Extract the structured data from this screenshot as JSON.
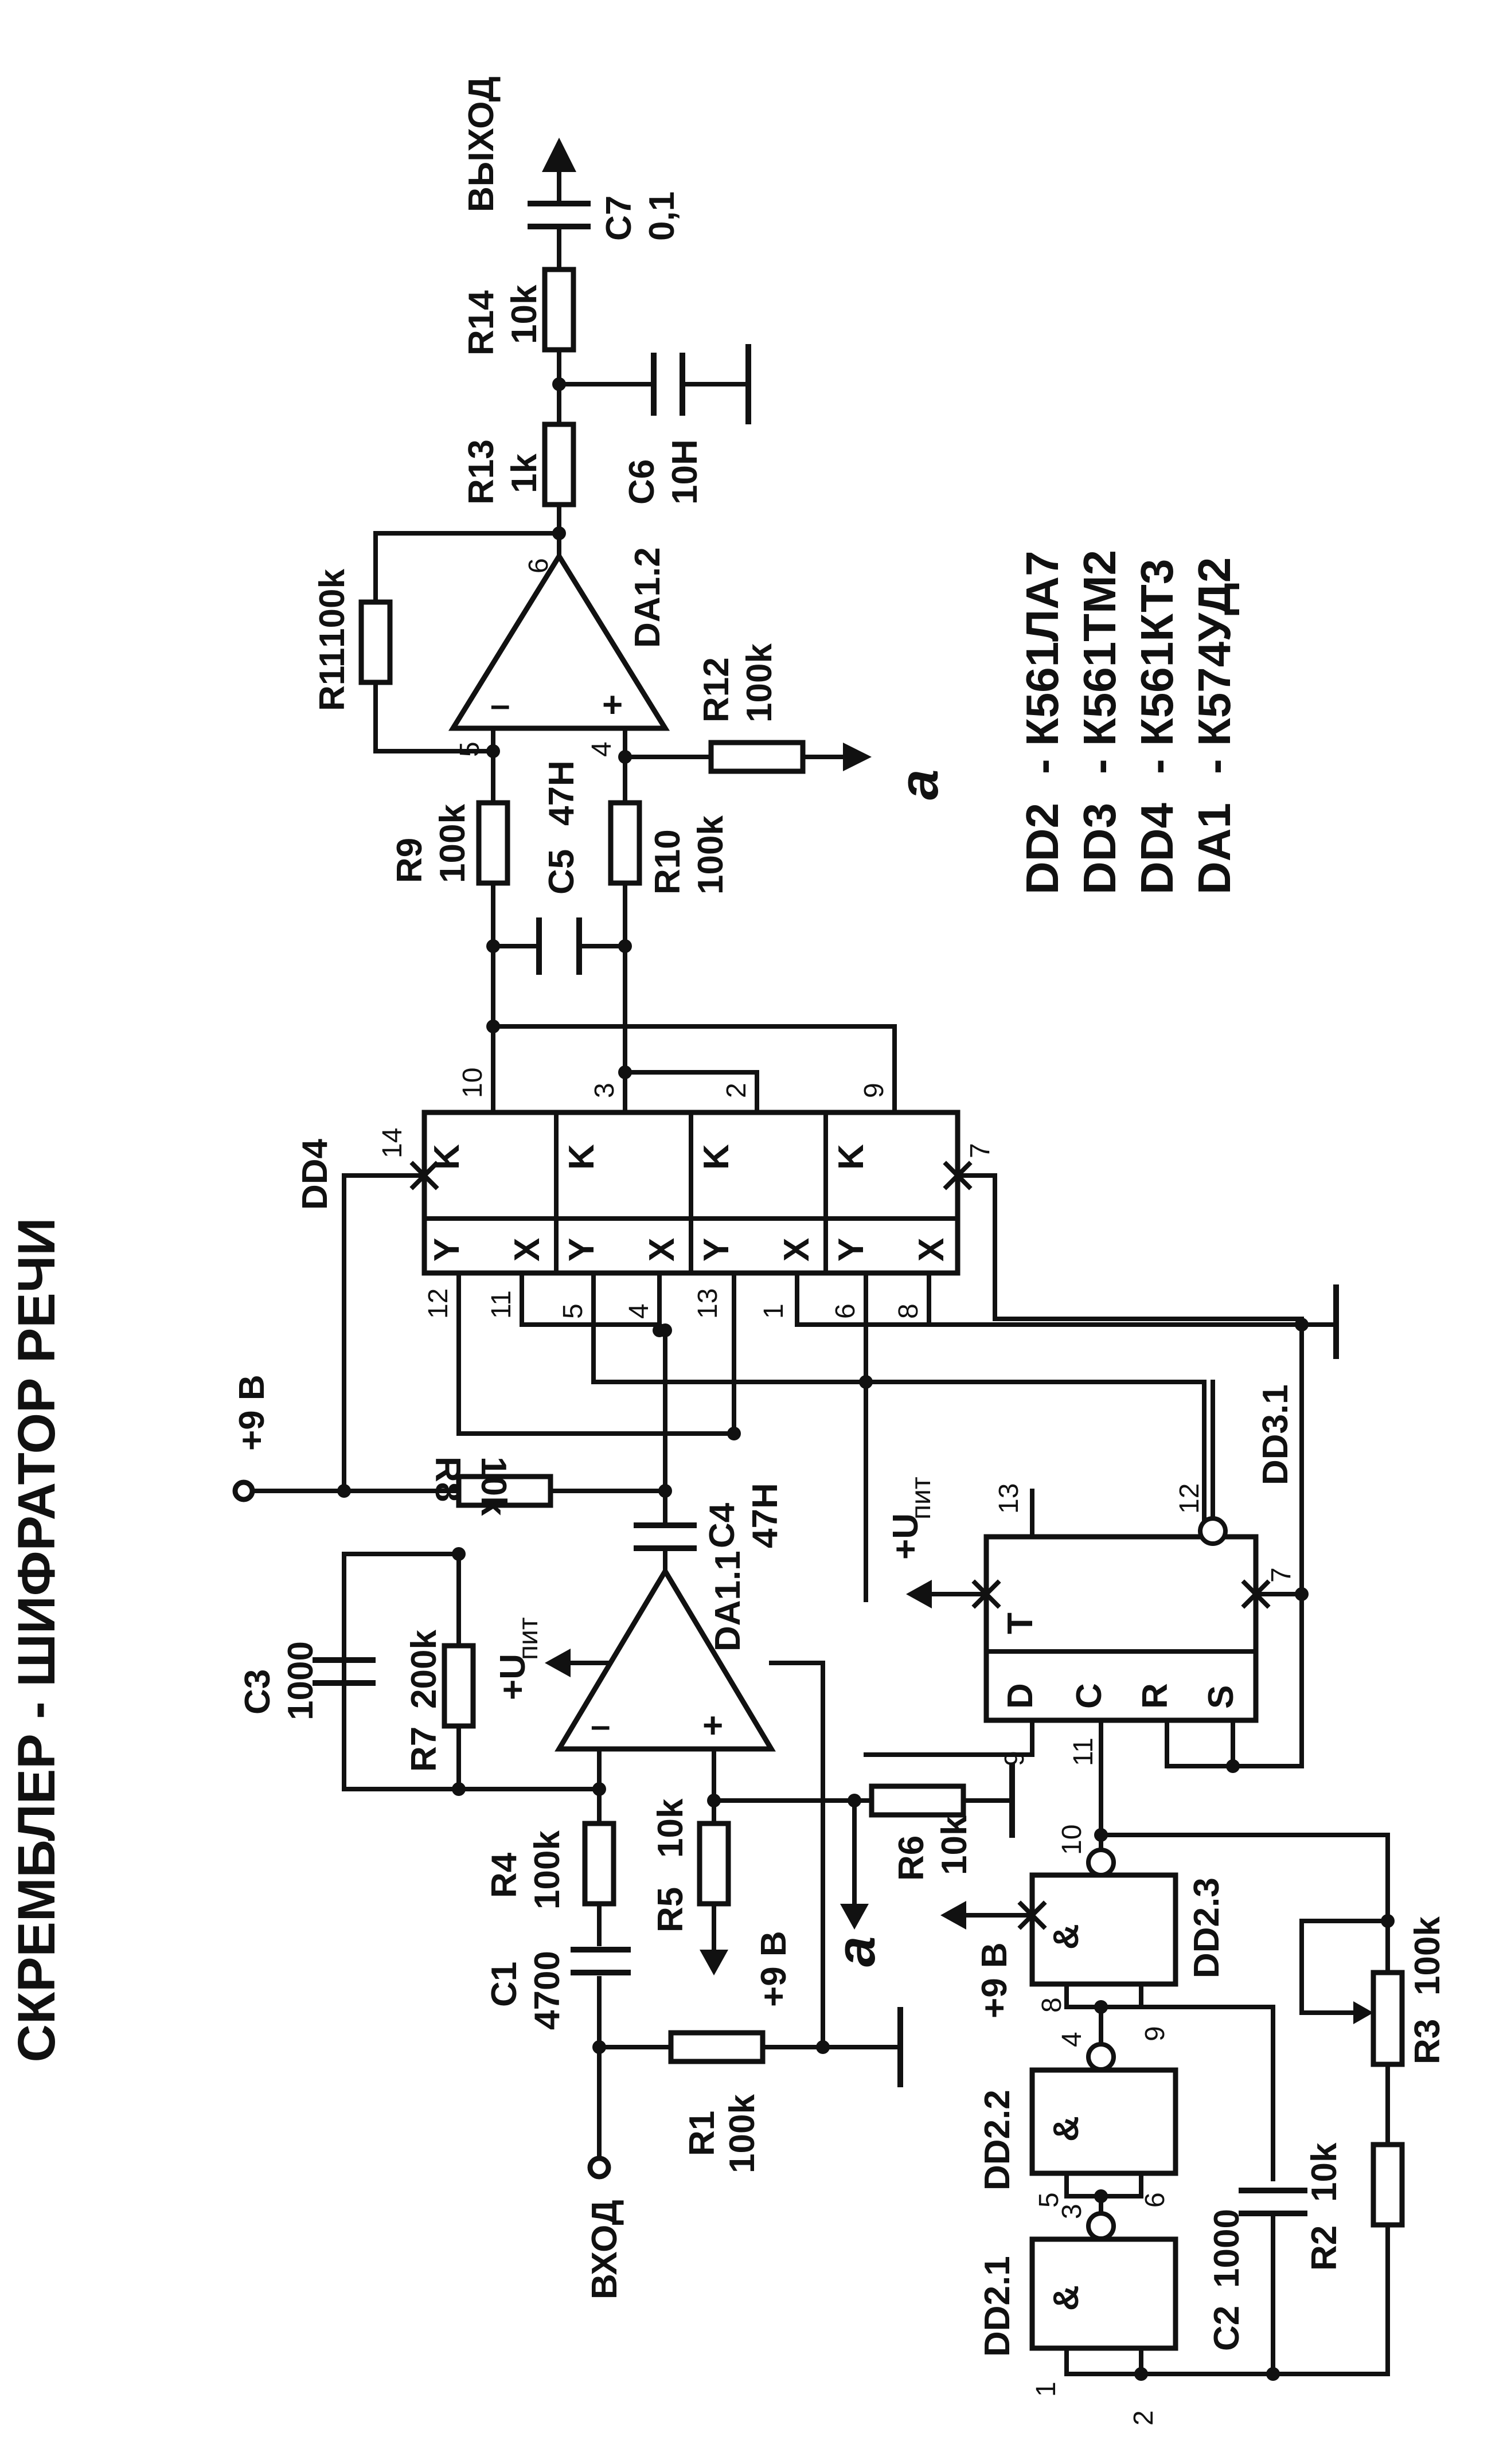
{
  "title": "СКРЕМБЛЕР - ШИФРАТОР РЕЧИ",
  "terminals": {
    "input": "ВХОД",
    "output": "ВЫХОД",
    "supply_top": "+9 В",
    "supply_r5": "+9 В",
    "supply_dd2": "+9 В",
    "upit1": "+U",
    "upit_sub": "пит",
    "upit2": "+U",
    "node_a": "a"
  },
  "components": {
    "C1": {
      "name": "C1",
      "value": "4700"
    },
    "R1": {
      "name": "R1",
      "value": "100k"
    },
    "R4": {
      "name": "R4",
      "value": "100k"
    },
    "R5": {
      "name": "R5",
      "value": "10k"
    },
    "R6": {
      "name": "R6",
      "value": "10k"
    },
    "R7": {
      "name": "R7",
      "value": "200k"
    },
    "C3": {
      "name": "C3",
      "value": "1000"
    },
    "R8": {
      "name": "R8",
      "value": "10k"
    },
    "C4": {
      "name": "C4",
      "value": "47Н"
    },
    "DA1_1": {
      "name": "DA1.1"
    },
    "DA1_2": {
      "name": "DA1.2"
    },
    "DD4": {
      "name": "DD4"
    },
    "DD3_1": {
      "name": "DD3.1"
    },
    "DD2_1": {
      "name": "DD2.1"
    },
    "DD2_2": {
      "name": "DD2.2"
    },
    "DD2_3": {
      "name": "DD2.3"
    },
    "C2": {
      "name": "C2",
      "value": "1000"
    },
    "R2": {
      "name": "R2",
      "value": "10k"
    },
    "R3": {
      "name": "R3",
      "value": "100k"
    },
    "R9": {
      "name": "R9",
      "value": "100k"
    },
    "R10": {
      "name": "R10",
      "value": "100k"
    },
    "C5": {
      "name": "C5",
      "value": "47Н"
    },
    "R11": {
      "name": "R11",
      "value": "100k"
    },
    "R12": {
      "name": "R12",
      "value": "100k"
    },
    "R13": {
      "name": "R13",
      "value": "1k"
    },
    "R14": {
      "name": "R14",
      "value": "10k"
    },
    "C6": {
      "name": "C6",
      "value": "10Н"
    },
    "C7": {
      "name": "C7",
      "value": "0,1"
    }
  },
  "dd4_cells": {
    "k": "K",
    "y": "Y",
    "x": "X"
  },
  "dd3_pins": {
    "d": "D",
    "c": "C",
    "r": "R",
    "s": "S",
    "t": "T"
  },
  "gate_symbol": "&",
  "pins": {
    "dd4_top": [
      "10",
      "3",
      "2",
      "9"
    ],
    "dd4_bottom": [
      "12",
      "11",
      "5",
      "4",
      "13",
      "1",
      "6",
      "8"
    ],
    "dd4_14": "14",
    "dd4_7": "7",
    "dd3_13": "13",
    "dd3_12": "12",
    "dd3_7": "7",
    "dd3_9": "9",
    "dd3_11": "11",
    "dd2_1": "1",
    "dd2_2": "2",
    "dd2_3": "3",
    "dd2_5": "5",
    "dd2_6": "6",
    "dd2_4": "4",
    "dd2_8": "8",
    "dd2_9": "9",
    "dd2_10": "10",
    "da12_5": "5",
    "da12_4": "4",
    "da12_6": "6",
    "op_minus": "–",
    "op_plus": "+"
  },
  "legend": [
    {
      "ref": "DD2",
      "part": "- К561ЛА7"
    },
    {
      "ref": "DD3",
      "part": "- К561ТМ2"
    },
    {
      "ref": "DD4",
      "part": "- К561КТ3"
    },
    {
      "ref": "DA1",
      "part": "- К574УД2"
    }
  ]
}
